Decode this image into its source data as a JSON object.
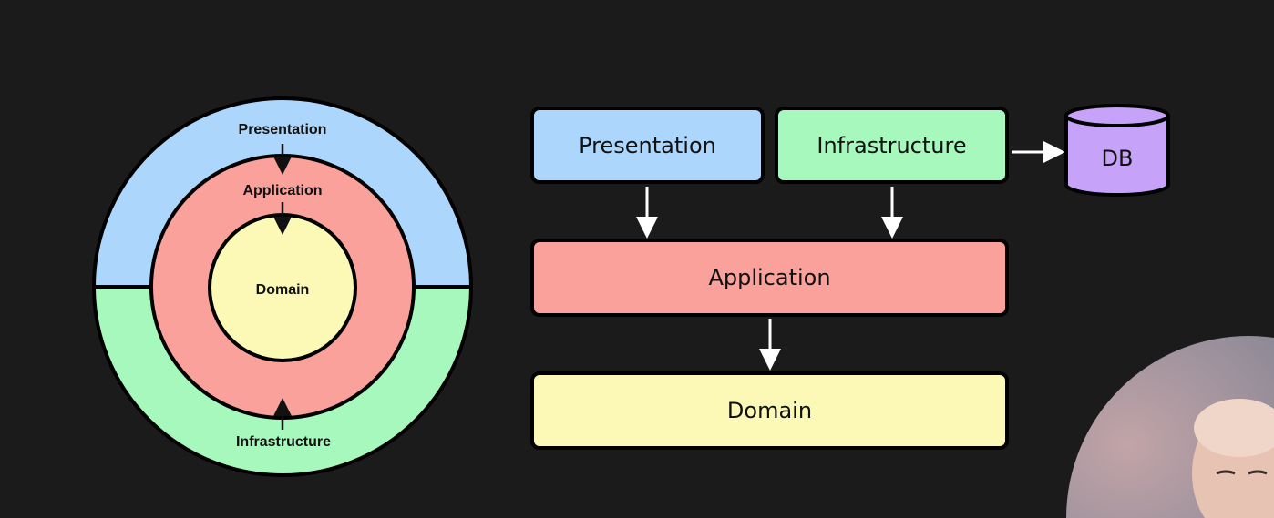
{
  "onion": {
    "presentation": "Presentation",
    "application": "Application",
    "domain": "Domain",
    "infrastructure": "Infrastructure"
  },
  "layers": {
    "presentation": "Presentation",
    "infrastructure": "Infrastructure",
    "application": "Application",
    "domain": "Domain",
    "db": "DB"
  },
  "colors": {
    "background": "#1b1b1b",
    "presentation": "#acd6fc",
    "infrastructure": "#a6f8bd",
    "application": "#fba19c",
    "domain": "#fcf9b6",
    "db": "#c6a2f9"
  }
}
